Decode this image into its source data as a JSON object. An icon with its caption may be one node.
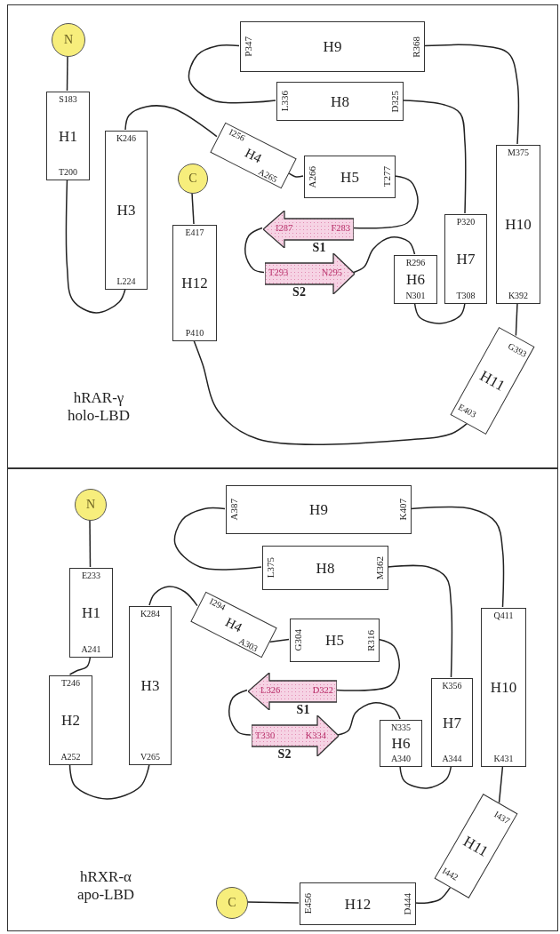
{
  "diagram": {
    "nodes": [
      {
        "text": [
          "hRAR-γ holo-LBD"
        ]
      },
      {
        "text": [
          "N"
        ],
        "in": 0
      },
      {
        "text": [
          "S183",
          "H1",
          "T200"
        ],
        "in": 0
      },
      {
        "text": [
          "K246",
          "H3",
          "L224"
        ],
        "in": 0
      },
      {
        "text": [
          "I256",
          "H4",
          "A265"
        ],
        "in": 0
      },
      {
        "text": [
          "A266",
          "H5",
          "T277"
        ],
        "in": 0
      },
      {
        "text": [
          "I287",
          "F283"
        ],
        "beside": [
          "S1"
        ],
        "in": 0
      },
      {
        "text": [
          "T293",
          "N295"
        ],
        "beside": [
          "S2"
        ],
        "in": 0
      },
      {
        "text": [
          "R296",
          "H6",
          "N301"
        ],
        "in": 0
      },
      {
        "text": [
          "P320",
          "H7",
          "T308"
        ],
        "in": 0
      },
      {
        "text": [
          "L336",
          "H8",
          "D325"
        ],
        "in": 0
      },
      {
        "text": [
          "P347",
          "H9",
          "R368"
        ],
        "in": 0
      },
      {
        "text": [
          "M375",
          "H10",
          "K392"
        ],
        "in": 0
      },
      {
        "text": [
          "G393",
          "H11",
          "E403"
        ],
        "in": 0
      },
      {
        "text": [
          "E417",
          "H12",
          "P410"
        ],
        "in": 0
      },
      {
        "text": [
          "C"
        ],
        "in": 0
      },
      {
        "text": [
          "hRXR-α apo-LBD"
        ]
      },
      {
        "text": [
          "N"
        ],
        "in": 16
      },
      {
        "text": [
          "E233",
          "H1",
          "A241"
        ],
        "in": 16
      },
      {
        "text": [
          "T246",
          "H2",
          "A252"
        ],
        "in": 16
      },
      {
        "text": [
          "K284",
          "H3",
          "V265"
        ],
        "in": 16
      },
      {
        "text": [
          "I294",
          "H4",
          "A303"
        ],
        "in": 16
      },
      {
        "text": [
          "G304",
          "H5",
          "R316"
        ],
        "in": 16
      },
      {
        "text": [
          "L326",
          "D322"
        ],
        "beside": [
          "S1"
        ],
        "in": 16
      },
      {
        "text": [
          "T330",
          "K334"
        ],
        "beside": [
          "S2"
        ],
        "in": 16
      },
      {
        "text": [
          "N335",
          "H6",
          "A340"
        ],
        "in": 16
      },
      {
        "text": [
          "K356",
          "H7",
          "A344"
        ],
        "in": 16
      },
      {
        "text": [
          "L375",
          "H8",
          "M362"
        ],
        "in": 16
      },
      {
        "text": [
          "A387",
          "H9",
          "K407"
        ],
        "in": 16
      },
      {
        "text": [
          "Q411",
          "H10",
          "K431"
        ],
        "in": 16
      },
      {
        "text": [
          "I437",
          "H11",
          "I442"
        ],
        "in": 16
      },
      {
        "text": [
          "E456",
          "H12",
          "D444"
        ],
        "in": 16
      },
      {
        "text": [
          "C"
        ],
        "in": 16
      }
    ],
    "edges": [
      {
        "from": 1,
        "to": 2,
        "arrow": "none"
      },
      {
        "from": 2,
        "to": 3,
        "arrow": "none"
      },
      {
        "from": 3,
        "to": 4,
        "arrow": "none"
      },
      {
        "from": 4,
        "to": 5,
        "arrow": "none"
      },
      {
        "from": 5,
        "to": 6,
        "arrow": "none"
      },
      {
        "from": 6,
        "to": 7,
        "arrow": "none"
      },
      {
        "from": 7,
        "to": 8,
        "arrow": "none"
      },
      {
        "from": 8,
        "to": 9,
        "arrow": "none"
      },
      {
        "from": 9,
        "to": 10,
        "arrow": "none"
      },
      {
        "from": 10,
        "to": 11,
        "arrow": "none"
      },
      {
        "from": 11,
        "to": 12,
        "arrow": "none"
      },
      {
        "from": 12,
        "to": 13,
        "arrow": "none"
      },
      {
        "from": 13,
        "to": 14,
        "arrow": "none"
      },
      {
        "from": 14,
        "to": 15,
        "arrow": "none"
      },
      {
        "from": 17,
        "to": 18,
        "arrow": "none"
      },
      {
        "from": 18,
        "to": 19,
        "arrow": "none"
      },
      {
        "from": 19,
        "to": 20,
        "arrow": "none"
      },
      {
        "from": 20,
        "to": 21,
        "arrow": "none"
      },
      {
        "from": 21,
        "to": 22,
        "arrow": "none"
      },
      {
        "from": 22,
        "to": 23,
        "arrow": "none"
      },
      {
        "from": 23,
        "to": 24,
        "arrow": "none"
      },
      {
        "from": 24,
        "to": 25,
        "arrow": "none"
      },
      {
        "from": 25,
        "to": 26,
        "arrow": "none"
      },
      {
        "from": 26,
        "to": 27,
        "arrow": "none"
      },
      {
        "from": 27,
        "to": 28,
        "arrow": "none"
      },
      {
        "from": 28,
        "to": 29,
        "arrow": "none"
      },
      {
        "from": 29,
        "to": 30,
        "arrow": "none"
      },
      {
        "from": 30,
        "to": 31,
        "arrow": "none"
      },
      {
        "from": 31,
        "to": 32,
        "arrow": "none"
      }
    ]
  }
}
